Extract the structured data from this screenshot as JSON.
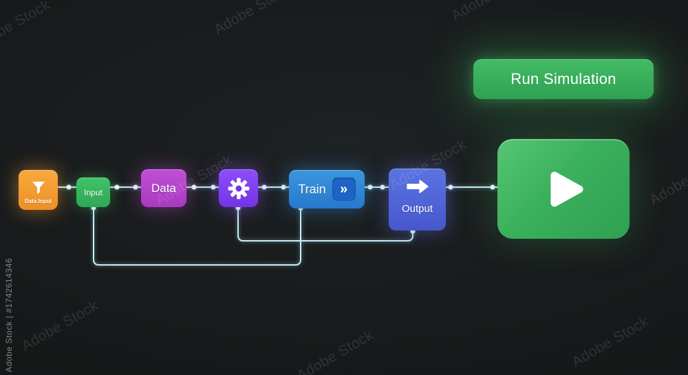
{
  "watermark": {
    "brand": "Adobe Stock",
    "id_label": "Adobe Stock | #1742614346"
  },
  "run_button": {
    "label": "Run Simulation"
  },
  "pipeline": {
    "data_input_label": "Data Input",
    "input_label": "Input",
    "data_label": "Data",
    "train_label": "Train",
    "train_badge": "»",
    "output_label": "Output"
  },
  "icons": {
    "data_input": "funnel-icon",
    "settings": "gear-icon",
    "train_badge": "chevron-double-right-icon",
    "output": "arrow-right-icon",
    "play": "play-icon"
  },
  "colors": {
    "green": "#2fa153",
    "green_light": "#43bb64",
    "orange": "#ee8f24",
    "input_green": "#2fa854",
    "magenta": "#a93ac0",
    "violet": "#7434e4",
    "blue": "#2679cd",
    "blue_dark": "#1d64c4",
    "indigo": "#4757cc",
    "wire": "#c6eff6"
  }
}
